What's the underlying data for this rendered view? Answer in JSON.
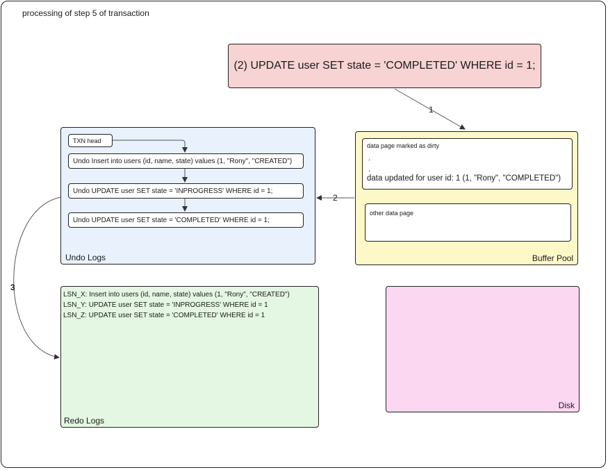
{
  "title": "processing of step 5 of transaction",
  "sql_statement": "(2) UPDATE user SET state = 'COMPLETED' WHERE id = 1;",
  "undo_logs": {
    "label": "Undo Logs",
    "txn_head": "TXN head",
    "entries": [
      "Undo Insert into users (id, name, state) values (1, \"Rony\", \"CREATED\")",
      "Undo UPDATE user SET state = 'INPROGRESS' WHERE id = 1;",
      "Undo UPDATE user SET state = 'COMPLETED' WHERE id = 1;"
    ]
  },
  "buffer_pool": {
    "label": "Buffer Pool",
    "dirty_page": {
      "title": "data page marked as dirty",
      "dots": [
        ".",
        "."
      ],
      "update_text": "data updated for user id: 1 (1, \"Rony\", \"COMPLETED\")"
    },
    "other_page": "other data page"
  },
  "redo_logs": {
    "label": "Redo Logs",
    "entries": [
      "LSN_X: Insert into users (id, name, state) values (1, \"Rony\", \"CREATED\")",
      "LSN_Y: UPDATE user SET state = 'INPROGRESS' WHERE id = 1",
      "LSN_Z: UPDATE user SET state = 'COMPLETED' WHERE id = 1"
    ]
  },
  "disk": {
    "label": "Disk"
  },
  "edges": [
    "1",
    "2",
    "3"
  ],
  "colors": {
    "sql_box": "#f8d3d3",
    "undo_logs": "#e8f1fc",
    "buffer_pool": "#fcf8c8",
    "redo_logs": "#e4f7e2",
    "disk": "#fcd7f2"
  }
}
